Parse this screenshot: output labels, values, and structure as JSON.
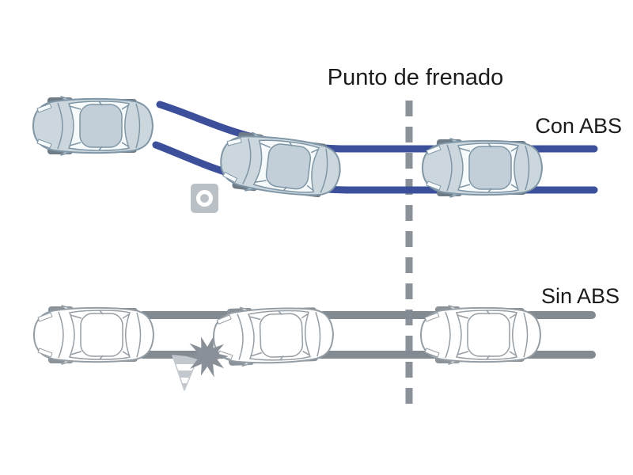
{
  "diagram": {
    "title": "Punto de frenado",
    "labels": {
      "with_abs": "Con ABS",
      "without_abs": "Sin ABS"
    },
    "icons": {
      "obstacle": "obstacle-marker",
      "crash": "crash-burst",
      "cone": "traffic-cone",
      "braking_line": "dashed-braking-point-line"
    },
    "colors": {
      "abs-track": "#3c4f9b",
      "skid-track": "#828a92",
      "dash-line": "#8a9199",
      "text": "#1b1b1b",
      "car-body": "#ccd7dd",
      "car-roof": "#c3cfd8",
      "car-outline": "#7e96a6",
      "car-wheel": "#6f7b85",
      "ghost-outline": "#969ea5",
      "ghost-wheel": "#8a929a",
      "crash-star": "#8a9097",
      "cone-band": "#c2c8cd",
      "obstacle-fill": "#b9c0c6",
      "background": "#ffffff"
    }
  }
}
